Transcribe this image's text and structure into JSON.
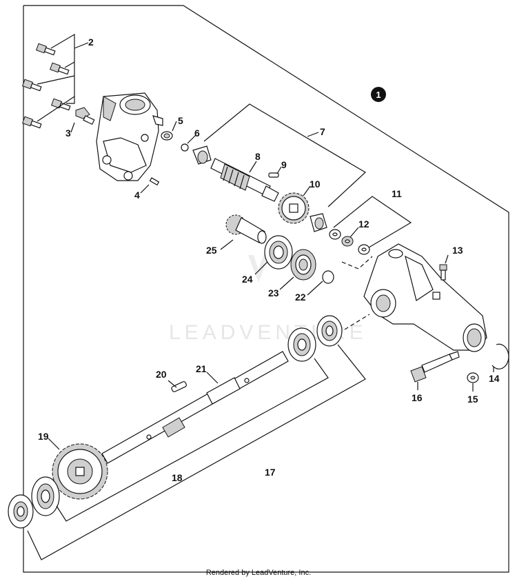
{
  "diagram": {
    "assembly_badge": "1",
    "watermark": "LEADVENTURE",
    "footer": "Rendered by LeadVenture, Inc.",
    "callouts": [
      "2",
      "3",
      "4",
      "5",
      "6",
      "7",
      "8",
      "9",
      "10",
      "11",
      "12",
      "13",
      "14",
      "15",
      "16",
      "17",
      "18",
      "19",
      "20",
      "21",
      "22",
      "23",
      "24",
      "25"
    ]
  }
}
